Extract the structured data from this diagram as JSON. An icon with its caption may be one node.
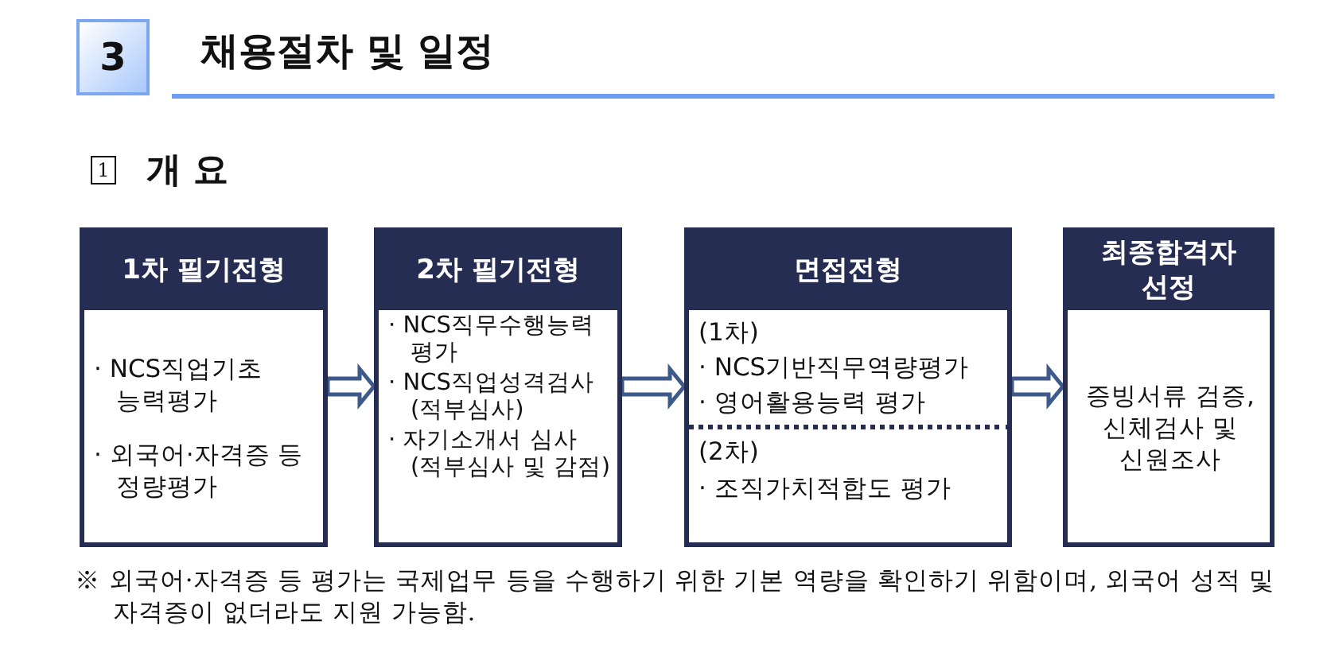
{
  "diagram": {
    "title": "채용절차 및 일정",
    "nodes": [
      {
        "text": [
          "1차 필기전형",
          "· NCS직업기초 능력평가",
          "· 외국어·자격증 등 정량평가"
        ]
      },
      {
        "text": [
          "2차 필기전형",
          "· NCS직무수행능력 평가",
          "· NCS직업성격검사 (적부심사)",
          "· 자기소개서 심사 (적부심사 및 감점)"
        ]
      },
      {
        "text": [
          "면접전형",
          "(1차)",
          "· NCS기반직무역량평가",
          "· 영어활용능력 평가",
          "(2차)",
          "· 조직가치적합도 평가"
        ]
      },
      {
        "text": [
          "최종합격자 선정",
          "증빙서류 검증, 신체검사 및 신원조사"
        ]
      }
    ],
    "edges": [
      {
        "from": 0,
        "to": 1,
        "arrow": "to"
      },
      {
        "from": 1,
        "to": 2,
        "arrow": "to"
      },
      {
        "from": 2,
        "to": 3,
        "arrow": "to"
      }
    ],
    "labels": [
      "3",
      "1",
      "개 요"
    ],
    "caption": "※ 외국어·자격증 등 평가는 국제업무 등을 수행하기 위한 기본 역량을 확인하기 위함이며, 외국어 성적 및 자격증이 없더라도 지원 가능함."
  }
}
